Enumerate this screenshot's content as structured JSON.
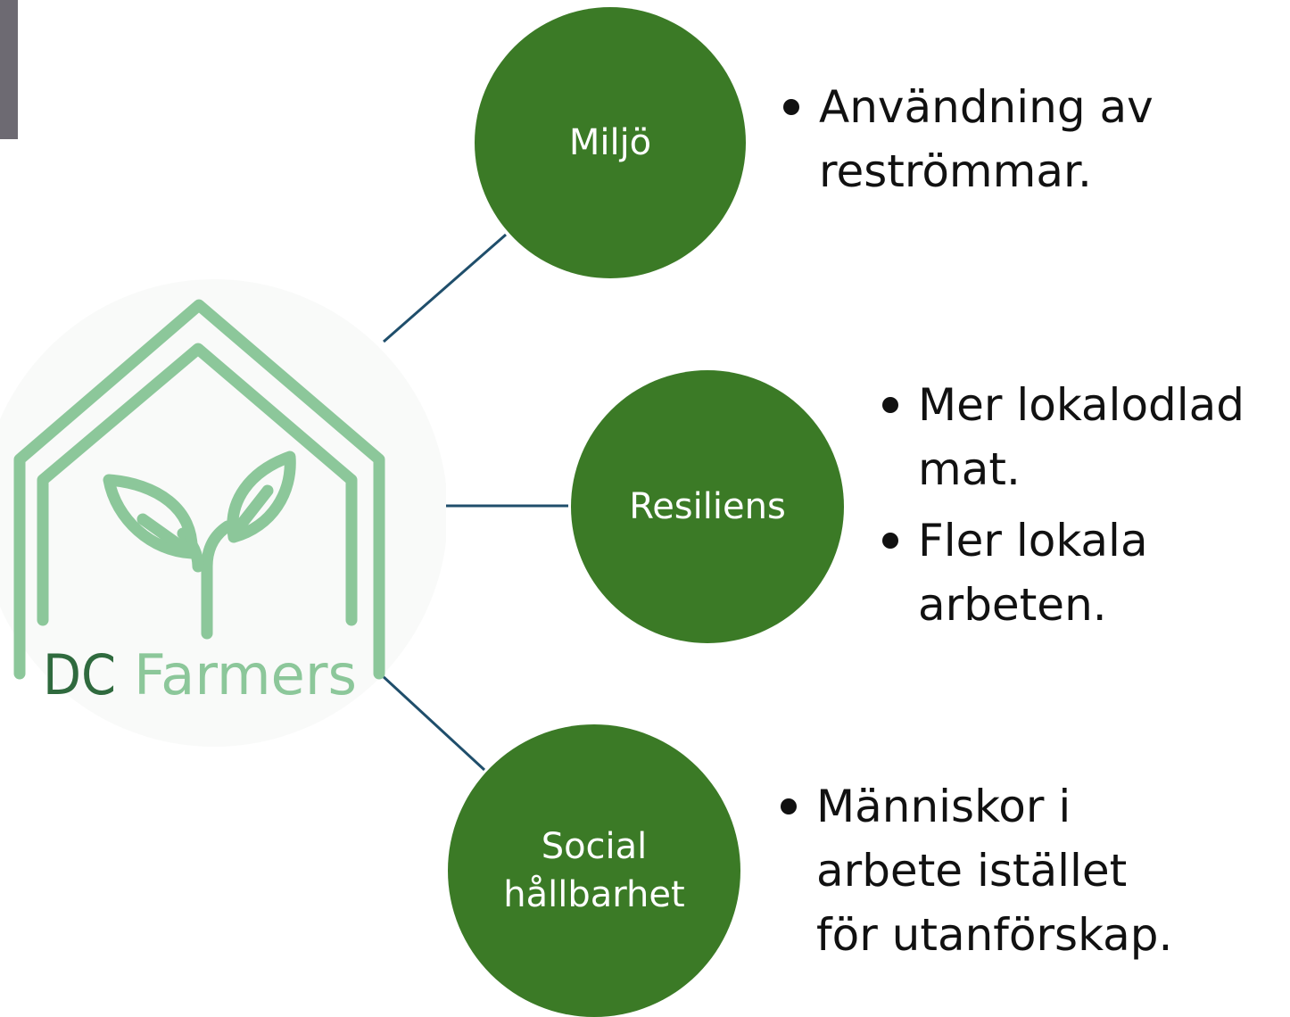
{
  "colors": {
    "node_fill": "#3b7a26",
    "node_text": "#ffffff",
    "connector": "#1f4e6b",
    "logo_light_green": "#8cc79a",
    "logo_dark_green": "#2f6a3e",
    "corner_bar": "#6d6a72",
    "bullet_text": "#111111"
  },
  "logo": {
    "text_dc": "DC",
    "text_farmers": "Farmers",
    "icon": "house-with-sprout-icon"
  },
  "nodes": [
    {
      "label": "Miljö",
      "bullets": [
        "Användning av\nreströmmar."
      ]
    },
    {
      "label": "Resiliens",
      "bullets": [
        "Mer lokalodlad\nmat.",
        "Fler lokala\narbeten."
      ]
    },
    {
      "label": "Social\nhållbarhet",
      "bullets": [
        "Människor i\narbete istället\nför utanförskap."
      ]
    }
  ]
}
